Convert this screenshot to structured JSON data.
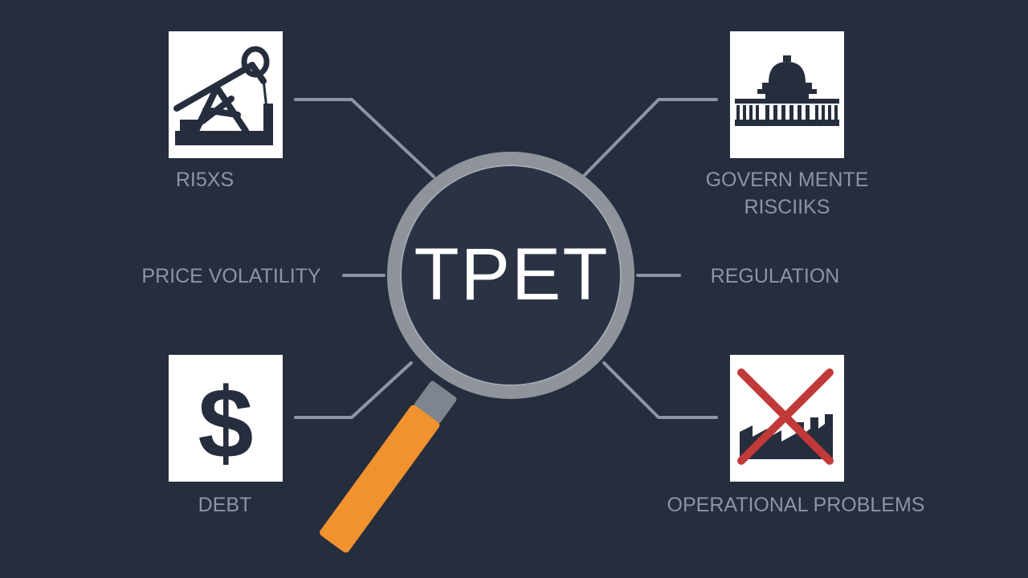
{
  "center": {
    "title": "TPET"
  },
  "nodes": {
    "top_left": {
      "label": "RI5XS",
      "icon": "oil-pump-icon"
    },
    "top_right": {
      "label_line1": "GOVERN MENTE",
      "label_line2": "RISCIIKS",
      "icon": "government-building-icon"
    },
    "middle_left": {
      "label": "PRICE VOLATILITY"
    },
    "middle_right": {
      "label": "REGULATION"
    },
    "bottom_left": {
      "label": "DEBT",
      "icon": "dollar-sign-icon"
    },
    "bottom_right": {
      "label": "OPERATIONAL PROBLEMS",
      "icon": "crossed-factory-icon"
    }
  },
  "colors": {
    "background": "#262d3d",
    "connector": "#8d95a5",
    "lens_ring": "#8e939c",
    "handle": "#f0922e",
    "cross": "#c2393a",
    "icon_ink": "#262d3d"
  }
}
